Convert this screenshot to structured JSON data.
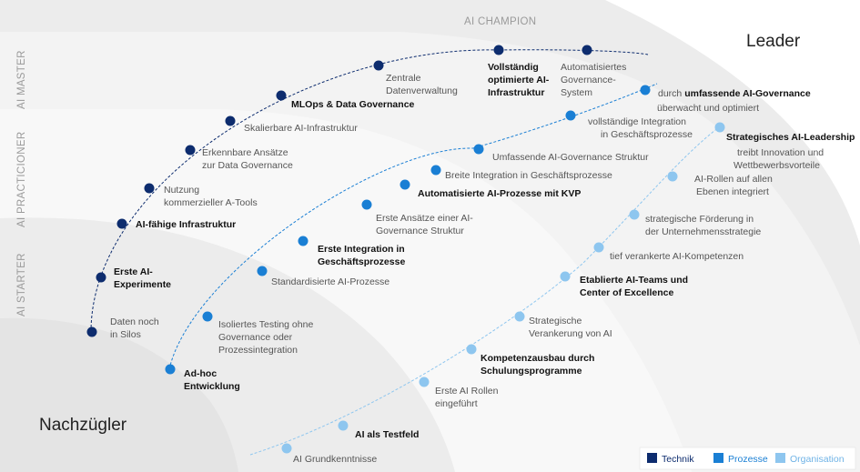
{
  "corners": {
    "bottom_left": "Nachzügler",
    "top_right": "Leader"
  },
  "zones": {
    "starter": "AI STARTER",
    "practicioner": "AI PRACTICIONER",
    "master": "AI MASTER",
    "champion": "AI CHAMPION"
  },
  "legend": {
    "technik": {
      "label": "Technik",
      "color": "#0d2c6e"
    },
    "prozesse": {
      "label": "Prozesse",
      "color": "#1a7fd4"
    },
    "organisation": {
      "label": "Organisation",
      "color": "#8ec6ef"
    }
  },
  "technik": {
    "daten_silos": [
      "Daten noch",
      "in Silos"
    ],
    "erste_experimente": [
      "Erste AI-",
      "Experimente"
    ],
    "ai_infrastruktur": [
      "AI-fähige Infrastruktur"
    ],
    "kommerzielle_tools": [
      "Nutzung",
      "kommerzieller A-Tools"
    ],
    "data_governance": [
      "Erkennbare Ansätze",
      "zur Data Governance"
    ],
    "skalierbar": [
      "Skalierbare AI-Infrastruktur"
    ],
    "mlops": [
      "MLOps & Data Governance"
    ],
    "zentrale_daten": [
      "Zentrale",
      "Datenverwaltung"
    ],
    "optimiert": [
      "Vollständig",
      "optimierte AI-",
      "Infrastruktur"
    ],
    "automatisiert": [
      "Automatisiertes",
      "Governance-",
      "System"
    ]
  },
  "prozesse": {
    "adhoc": [
      "Ad-hoc",
      "Entwicklung"
    ],
    "isoliert": [
      "Isoliertes Testing ohne",
      "Governance oder",
      "Prozessintegration"
    ],
    "standardisiert": [
      "Standardisierte AI-Prozesse"
    ],
    "erste_integration": [
      "Erste Integration in",
      "Geschäftsprozesse"
    ],
    "erste_ansaetze": [
      "Erste Ansätze einer AI-",
      "Governance Struktur"
    ],
    "kvp": [
      "Automatisierte AI-Prozesse mit KVP"
    ],
    "breite_integration": [
      "Breite Integration in Geschäftsprozesse"
    ],
    "umfassende_struktur": [
      "Umfassende AI-Governance Struktur"
    ],
    "vollstaendige_integration": [
      "vollständige Integration",
      "in Geschäftsprozesse"
    ],
    "umfassende_governance_pre": "durch ",
    "umfassende_governance_bold": "umfassende AI-Governance",
    "umfassende_governance_line2": "überwacht und optimiert"
  },
  "organisation": {
    "grundkenntnisse": [
      "AI Grundkenntnisse"
    ],
    "testfeld": [
      "AI als Testfeld"
    ],
    "erste_rollen": [
      "Erste AI Rollen",
      "eingeführt"
    ],
    "kompetenzausbau": [
      "Kompetenzausbau durch",
      "Schulungsprogramme"
    ],
    "strategische_verankerung": [
      "Strategische",
      "Verankerung von AI"
    ],
    "ai_teams": [
      "Etablierte AI-Teams und",
      "Center of Excellence"
    ],
    "kompetenzen": [
      "tief verankerte AI-Kompetenzen"
    ],
    "foerderung": [
      "strategische Förderung in",
      "der Unternehmensstrategie"
    ],
    "rollen_ebenen": [
      "AI-Rollen auf allen",
      "Ebenen integriert"
    ],
    "leadership": [
      "Strategisches AI-Leadership",
      "treibt Innovation und",
      "Wettbewerbsvorteile"
    ]
  }
}
